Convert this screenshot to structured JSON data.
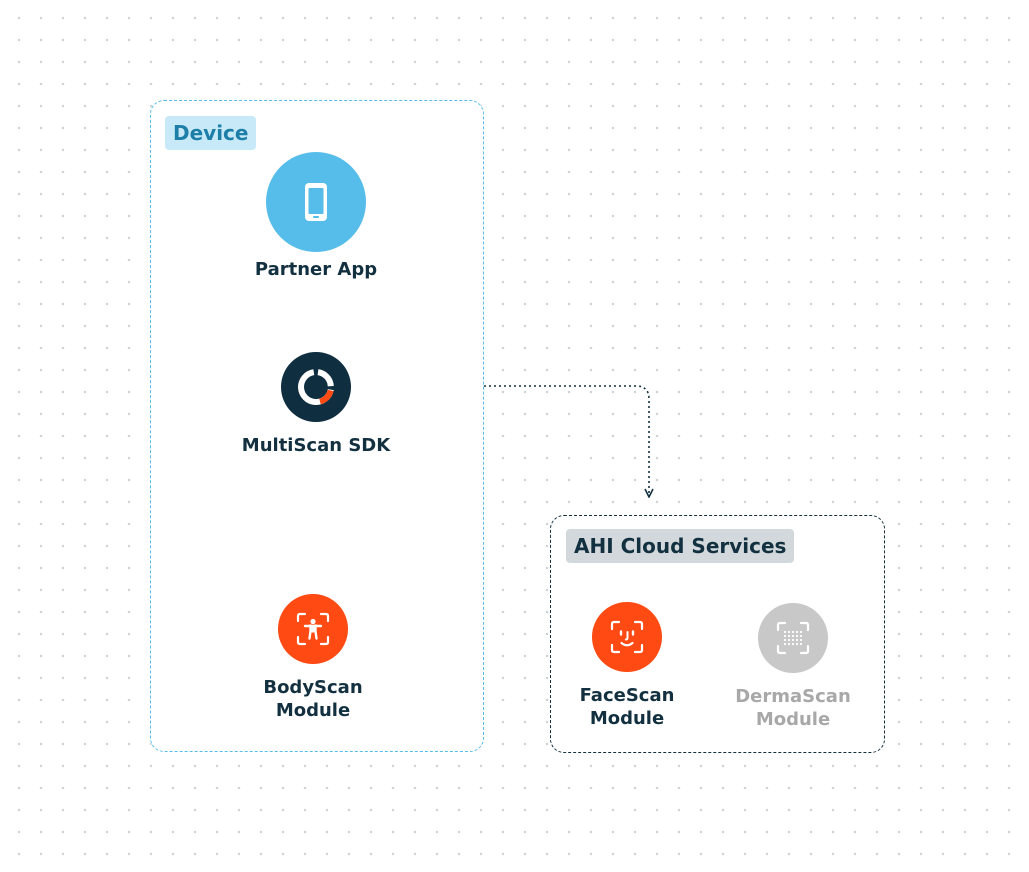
{
  "groups": {
    "device": {
      "label": "Device",
      "border_color": "#56bdeb",
      "label_bg": "#c7e9f8",
      "label_color": "#1d7ea8"
    },
    "cloud": {
      "label": "AHI Cloud Services",
      "border_color": "#12303f",
      "label_bg": "#d2d8db",
      "label_color": "#12303f"
    }
  },
  "nodes": {
    "partner_app": {
      "label": "Partner App",
      "icon": "smartphone-icon",
      "color": "#56bdeb"
    },
    "multiscan_sdk": {
      "label": "MultiScan SDK",
      "icon": "multiscan-logo-icon",
      "color": "#0f2e3f",
      "accent": "#ff4a13"
    },
    "bodyscan": {
      "label": "BodyScan\nModule",
      "icon": "body-scan-icon",
      "color": "#ff4a13"
    },
    "facescan": {
      "label": "FaceScan\nModule",
      "icon": "face-scan-icon",
      "color": "#ff4a13"
    },
    "dermascan": {
      "label": "DermaScan\nModule",
      "icon": "derma-scan-icon",
      "color": "#c8c8c8",
      "state": "disabled"
    }
  },
  "connections": [
    {
      "from": "partner_app",
      "to": "multiscan_sdk",
      "style": "solid",
      "direction": "one-way"
    },
    {
      "from": "multiscan_sdk",
      "to": "bodyscan",
      "style": "solid",
      "direction": "two-way"
    },
    {
      "from": "multiscan_sdk",
      "to": "cloud",
      "style": "dotted",
      "direction": "two-way"
    }
  ]
}
